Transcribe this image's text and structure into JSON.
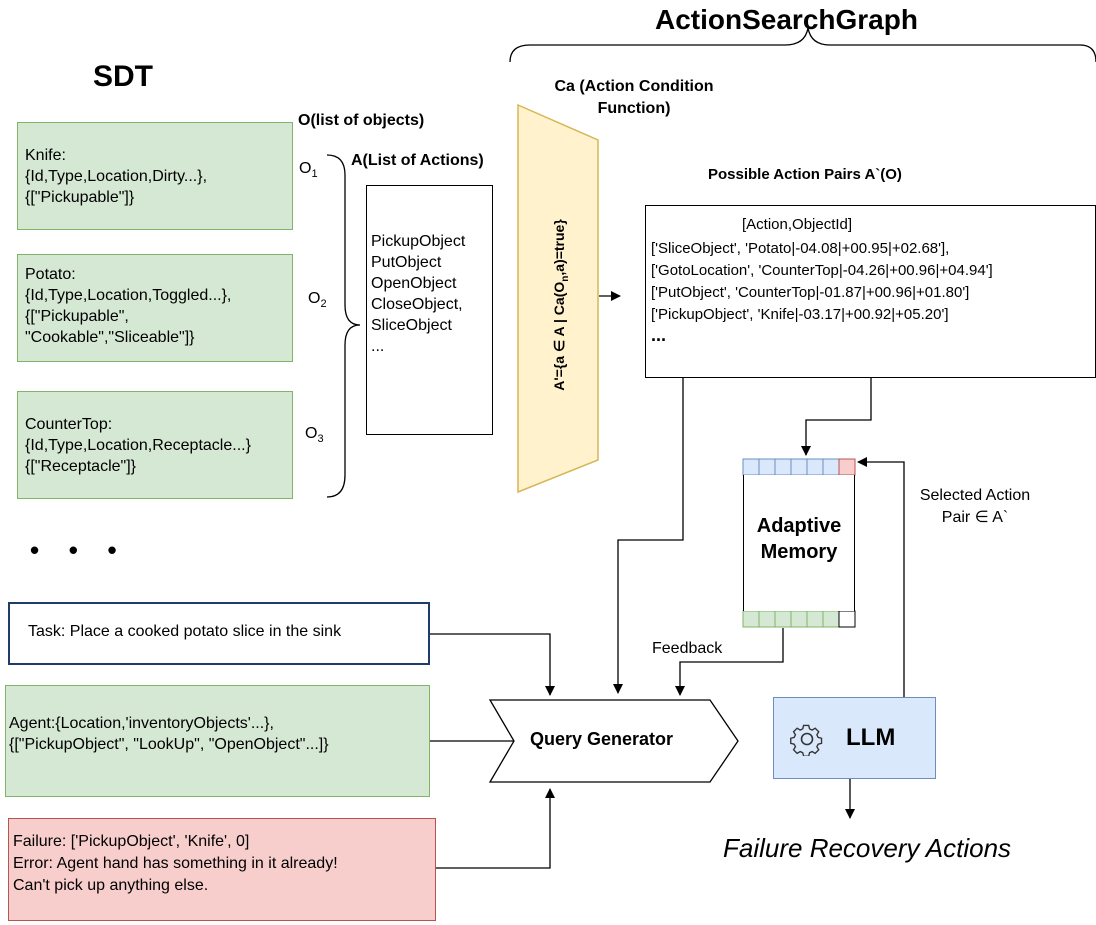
{
  "header": {
    "sdt_title": "SDT",
    "graph_title": "ActionSearchGraph",
    "ca_line1": "Ca (Action Condition",
    "ca_line2": "Function)",
    "objects_label": "O(list of objects)",
    "actions_label": "A(List of Actions)",
    "pairs_label": "Possible Action Pairs A`(O)"
  },
  "objects": [
    {
      "lines": [
        "Knife:",
        "{Id,Type,Location,Dirty...},",
        "{[\"Pickupable\"]}"
      ],
      "tag": "O",
      "sub": "1"
    },
    {
      "lines": [
        "Potato:",
        "{Id,Type,Location,Toggled...},",
        "{[\"Pickupable\",",
        "\"Cookable\",\"Sliceable\"]}"
      ],
      "tag": "O",
      "sub": "2"
    },
    {
      "lines": [
        "CounterTop:",
        "{Id,Type,Location,Receptacle...}",
        "{[\"Receptacle\"]}"
      ],
      "tag": "O",
      "sub": "3"
    }
  ],
  "ellipsis_dots": "•   •   •",
  "actions": [
    "PickupObject",
    "PutObject",
    "OpenObject",
    "CloseObject,",
    "SliceObject",
    "..."
  ],
  "filter_label": "A'={a ∈ A | Ca(O",
  "filter_sub": "n",
  "filter_label_end": ",a)=true}",
  "pairs": {
    "header": "[Action,ObjectId]",
    "rows": [
      "['SliceObject', 'Potato|-04.08|+00.95|+02.68'],",
      "['GotoLocation', 'CounterTop|-04.26|+00.96|+04.94']",
      "['PutObject', 'CounterTop|-01.87|+00.96|+01.80']",
      "['PickupObject', 'Knife|-03.17|+00.92|+05.20']"
    ],
    "more": "..."
  },
  "memory": {
    "line1": "Adaptive",
    "line2": "Memory"
  },
  "selected": {
    "line1": "Selected Action",
    "line2": "Pair  ∈  A`"
  },
  "feedback": "Feedback",
  "task": "Task: Place a cooked potato slice in the sink",
  "agent": {
    "line1": "Agent:{Location,'inventoryObjects'...},",
    "line2": "{[\"PickupObject\", \"LookUp\", \"OpenObject\"...]}"
  },
  "failure": {
    "line1": "Failure: ['PickupObject', 'Knife', 0]",
    "line2": "Error: Agent hand has something in it already!",
    "line3": "Can't pick up anything else."
  },
  "query": "Query Generator",
  "llm": "LLM",
  "recovery": "Failure Recovery Actions",
  "colors": {
    "green_fill": "#d5e8d4",
    "green_stroke": "#82b366",
    "red_fill": "#f8cecc",
    "red_stroke": "#b85450",
    "blue_fill": "#dae8fc",
    "blue_stroke": "#6c8ebf",
    "yellow_fill": "#fff2cc",
    "yellow_stroke": "#d6b656",
    "navy": "#1f3d6b"
  }
}
